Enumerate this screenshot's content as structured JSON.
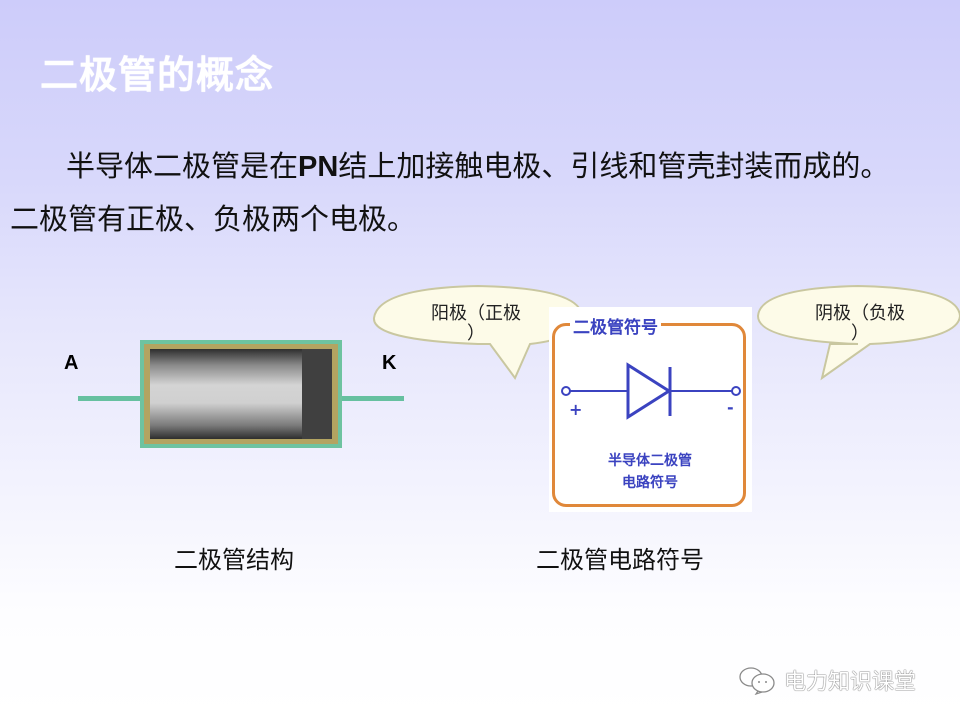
{
  "slide": {
    "title": "二极管的概念",
    "paragraph": {
      "line1_part1": "半导体二极管是在",
      "line1_bold": "PN",
      "line1_part2": "结上加接触电极、引线和管壳封装而成的。",
      "line2": "二极管有正极、负极两个电极。"
    }
  },
  "structure_figure": {
    "label_anode": "A",
    "label_cathode": "K",
    "caption": "二极管结构",
    "colors": {
      "lead": "#66c0a0",
      "casing_border": "#b3a461",
      "cathode_band": "#404040"
    }
  },
  "symbol_figure": {
    "card_title": "二极管符号",
    "plus_sign": "+",
    "minus_sign": "-",
    "description_line1": "半导体二极管",
    "description_line2": "电路符号",
    "caption": "二极管电路符号",
    "colors": {
      "frame": "#e0883a",
      "symbol": "#3b43c0"
    }
  },
  "callouts": {
    "anode": {
      "line1": "阳极（正极",
      "line2": "）"
    },
    "cathode": {
      "line1": "阴极（负极",
      "line2": "）"
    }
  },
  "watermark": {
    "icon": "wechat-icon",
    "text": "电力知识课堂"
  }
}
